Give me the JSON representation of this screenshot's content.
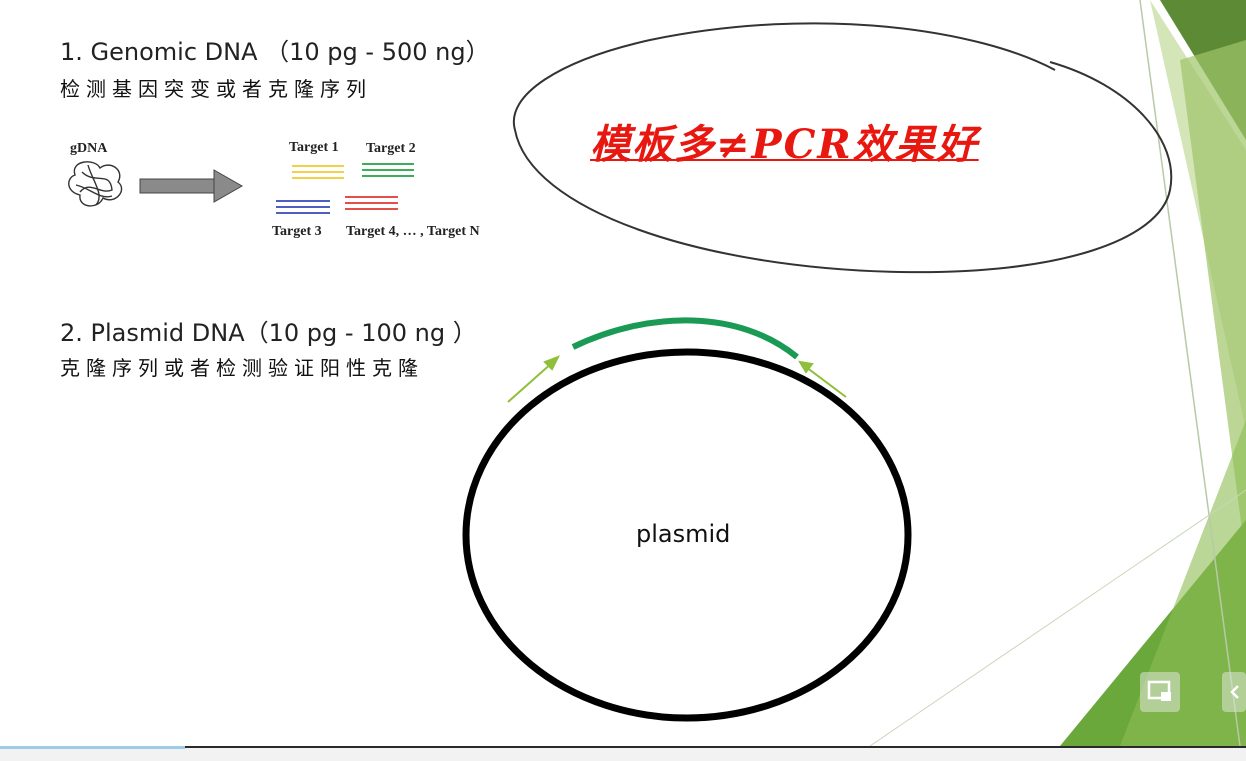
{
  "section1": {
    "heading": "1.  Genomic DNA （10 pg - 500 ng）",
    "subtitle": "检测基因突变或者克隆序列",
    "diagram": {
      "source_label": "gDNA",
      "target1": "Target 1",
      "target2": "Target 2",
      "target3": "Target 3",
      "target_n": "Target 4, … , Target N"
    }
  },
  "callout": {
    "text": "模板多≠PCR效果好"
  },
  "section2": {
    "heading": "2. Plasmid DNA（10 pg - 100 ng ）",
    "subtitle": "克隆序列或者检测验证阳性克隆",
    "plasmid_label": "plasmid"
  },
  "colors": {
    "slogan": "#e8170f",
    "target1": "#f2d04a",
    "target2": "#3cae5a",
    "target3": "#4d5fc0",
    "target4": "#e2504a",
    "amplicon": "#1a9a55",
    "primer": "#8fbf3a",
    "theme_green": "#6a9c3a"
  }
}
